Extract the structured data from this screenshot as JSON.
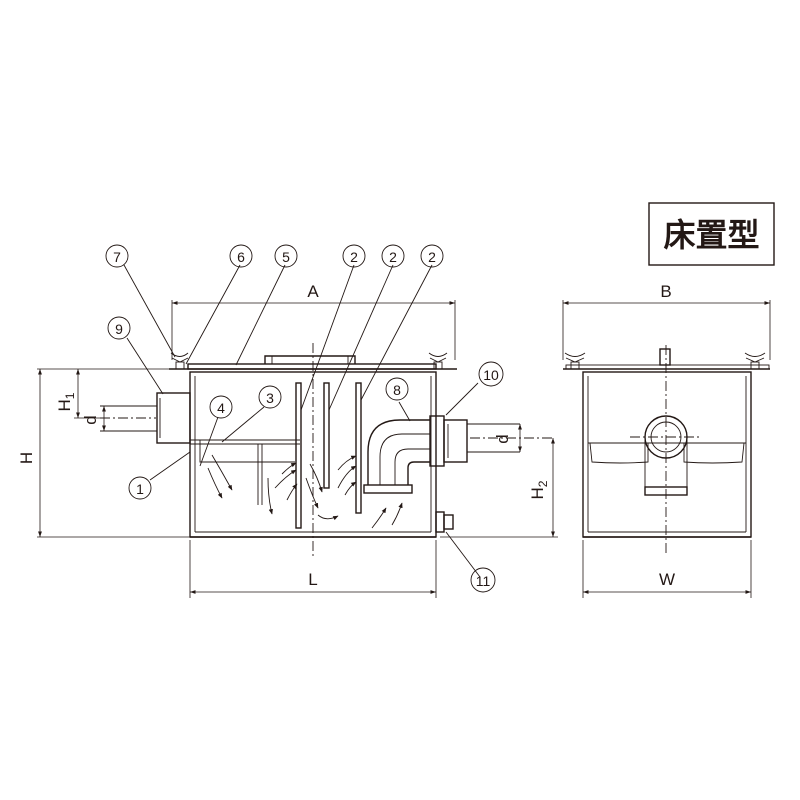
{
  "title": "床置型",
  "dimensions": {
    "A": "A",
    "B": "B",
    "H": "H",
    "H1_main": "H",
    "H1_sub": "1",
    "H2_main": "H",
    "H2_sub": "2",
    "d_left": "d",
    "d_right": "d",
    "L": "L",
    "W": "W"
  },
  "callouts": [
    {
      "id": "c7",
      "label": "7"
    },
    {
      "id": "c6",
      "label": "6"
    },
    {
      "id": "c5",
      "label": "5"
    },
    {
      "id": "c2a",
      "label": "2"
    },
    {
      "id": "c2b",
      "label": "2"
    },
    {
      "id": "c2c",
      "label": "2"
    },
    {
      "id": "c9",
      "label": "9"
    },
    {
      "id": "c4",
      "label": "4"
    },
    {
      "id": "c3",
      "label": "3"
    },
    {
      "id": "c8",
      "label": "8"
    },
    {
      "id": "c10",
      "label": "10"
    },
    {
      "id": "c1",
      "label": "1"
    },
    {
      "id": "c11",
      "label": "11"
    }
  ]
}
